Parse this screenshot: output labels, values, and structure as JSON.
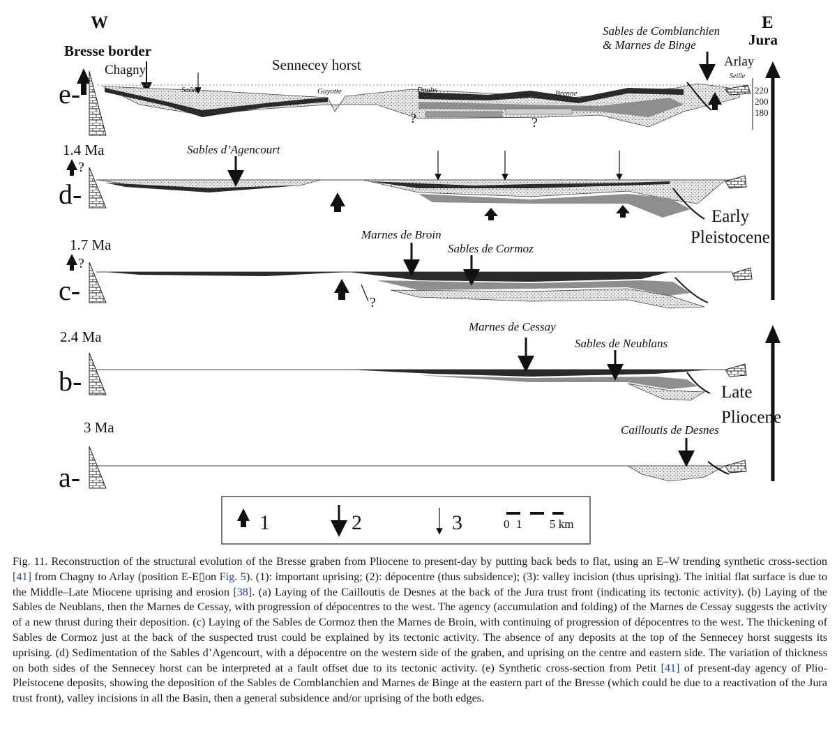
{
  "figure": {
    "west_label": "W",
    "east_label": "E",
    "bresse_border": "Bresse border",
    "jura": "Jura",
    "panels": [
      {
        "id": "e",
        "label": "e-",
        "age": ""
      },
      {
        "id": "d",
        "label": "d-",
        "age": "1.4 Ma"
      },
      {
        "id": "c",
        "label": "c-",
        "age": "1.7 Ma"
      },
      {
        "id": "b",
        "label": "b-",
        "age": "2.4 Ma"
      },
      {
        "id": "a",
        "label": "a-",
        "age": "3 Ma"
      }
    ],
    "q": "?",
    "annotations": {
      "chagny": "Chagny",
      "sennecey_horst": "Sennecey horst",
      "saone": "Saône",
      "guyotte": "Guyotte",
      "doubs": "Doubs",
      "brenne": "Brenne",
      "seille": "Seille",
      "arlay": "Arlay",
      "comblanchien_1": "Sables de Comblanchien",
      "comblanchien_2": "& Marnes de Binge",
      "agencourt": "Sables d’Agencourt",
      "broin": "Marnes de Broin",
      "cormoz": "Sables de Cormoz",
      "cessay": "Marnes de Cessay",
      "neublans": "Sables de Neublans",
      "desnes": "Cailloutis de Desnes",
      "early": "Early",
      "pleistocene": "Pleistocene",
      "late": "Late",
      "pliocene": "Pliocene"
    },
    "elevations": [
      "220",
      "200",
      "180"
    ],
    "legend": {
      "item1": "1",
      "item2": "2",
      "item3": "3",
      "scale_zero": "0",
      "scale_one": "1",
      "scale_km": "5 km"
    }
  },
  "caption": {
    "fig_label": "Fig. 11.",
    "t1": " Reconstruction of the structural evolution of the Bresse graben from Pliocene to present-day by putting back beds to flat, using an E–W trending synthetic cross-section ",
    "ref41a": "[41]",
    "t2": " from Chagny to Arlay (position E-E",
    "t3": "on ",
    "fig5": "Fig. 5",
    "t4": "). (1): important uprising; (2): dépocentre (thus subsidence); (3): valley incision (thus uprising). The initial flat surface is due to the Middle–Late Miocene uprising and erosion ",
    "ref38": "[38]",
    "t5": ". (a) Laying of the Cailloutis de Desnes at the back of the Jura trust front (indicating its tectonic activity). (b) Laying of the Sables de Neublans, then the Marnes de Cessay, with progression of dépocentres to the west. The agency (accumulation and folding) of the Marnes de Cessay suggests the activity of a new thrust during their deposition. (c) Laying of the Sables de Cormoz then the Marnes de Broin, with continuing of progression of dépocentres to the west. The thickening of Sables de Cormoz just at the back of the suspected trust could be explained by its tectonic activity. The absence of any deposits at the top of the Sennecey horst suggests its uprising. (d) Sedimentation of the Sables d’Agencourt, with a dépocentre on the western side of the graben, and uprising on the centre and eastern side. The variation of thickness on both sides of the Sennecey horst can be interpreted at a fault offset due to its tectonic activity. (e) Synthetic cross-section from Petit ",
    "ref41b": "[41]",
    "t6": " of present-day agency of Plio-Pleistocene deposits, showing the deposition of the Sables de Comblanchien and Marnes de Binge at the eastern part of the Bresse (which could be due to a reactivation of the Jura trust front), valley incisions in all the Basin, then a general subsidence and/or uprising of the both edges."
  }
}
